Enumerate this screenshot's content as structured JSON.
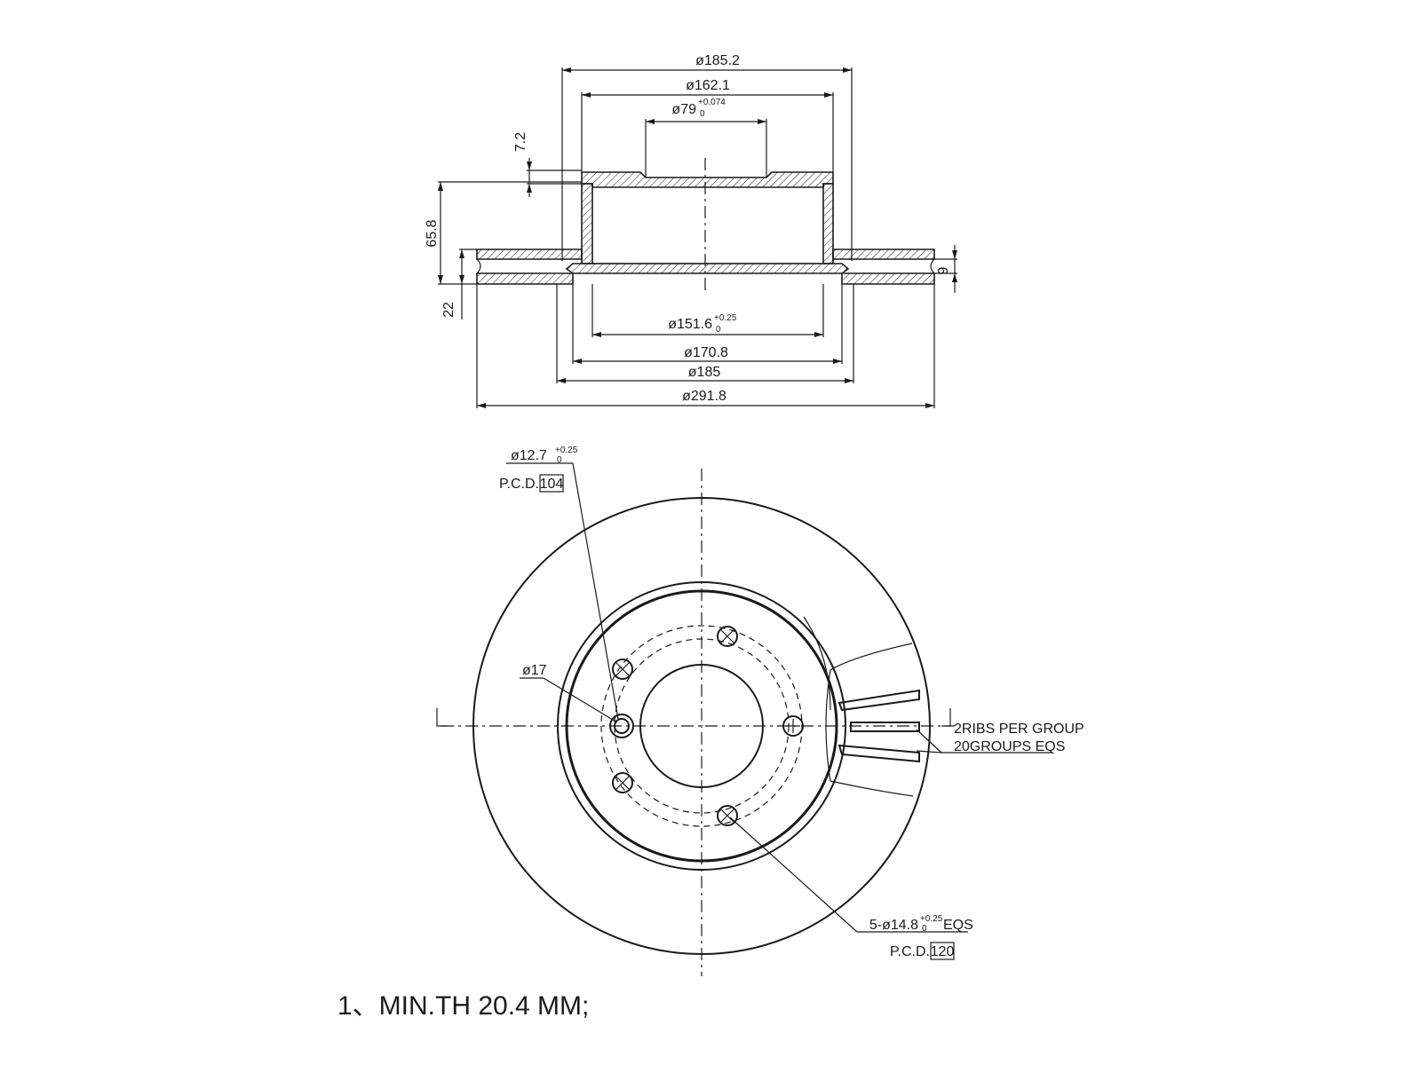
{
  "section_view": {
    "dims": {
      "d_overall": "ø291.8",
      "d_185_2": "ø185.2",
      "d_185": "ø185",
      "d_162_1": "ø162.1",
      "d_170_8": "ø170.8",
      "d_79": "ø79",
      "d_79_tol_upper": "+0.074",
      "d_79_tol_lower": "0",
      "d_151_6": "ø151.6",
      "d_151_6_tol_upper": "+0.25",
      "d_151_6_tol_lower": "0",
      "h_65_8": "65.8",
      "h_22": "22",
      "h_7_2": "7.2",
      "h_9": "9"
    }
  },
  "plan_view": {
    "callouts": {
      "hole_12_7": "ø12.7",
      "hole_12_7_tol_upper": "+0.25",
      "hole_12_7_tol_lower": "0",
      "pcd_prefix": "P.C.D.",
      "pcd_104": "104",
      "hole_17": "ø17",
      "ribs_line1": "2RIBS PER GROUP",
      "ribs_line2": "20GROUPS EQS",
      "bolt_holes": "5-ø14.8",
      "bolt_holes_tol_upper": "+0.25",
      "bolt_holes_tol_lower": "0",
      "bolt_holes_suffix": "EQS",
      "pcd_120": "120"
    }
  },
  "notes": {
    "min_thickness": "1、MIN.TH 20.4 MM;"
  }
}
